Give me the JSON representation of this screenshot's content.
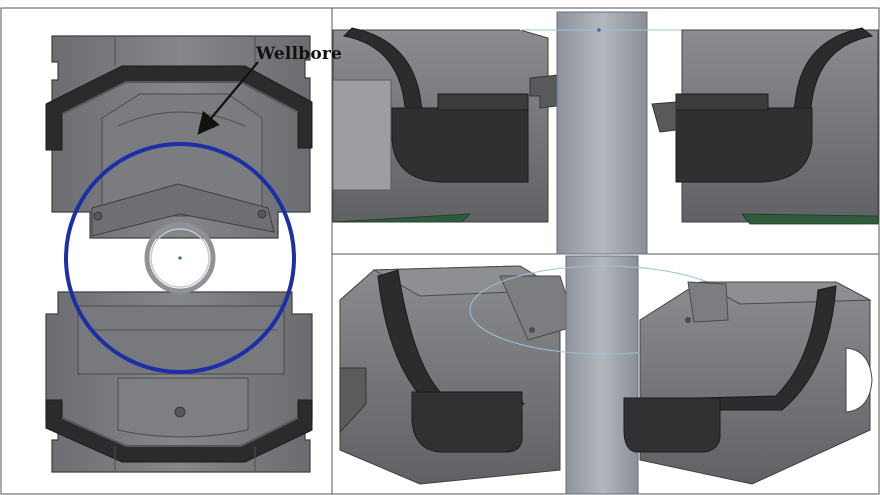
{
  "figure": {
    "callout_label": "Wellbore",
    "colors": {
      "steel_light": "#7d7f82",
      "steel_mid": "#66686b",
      "steel_dark": "#4b4c4e",
      "rubber": "#2a2b2d",
      "wellbore_circle": "#1c2fa6",
      "pipe": "#9ca0a8",
      "guide_line": "#9fc1dc",
      "frame": "#444444"
    },
    "panels": [
      {
        "name": "top-view",
        "description_visible": false
      },
      {
        "name": "section-view-upper",
        "description_visible": false
      },
      {
        "name": "isometric-view-lower",
        "description_visible": false
      }
    ]
  }
}
